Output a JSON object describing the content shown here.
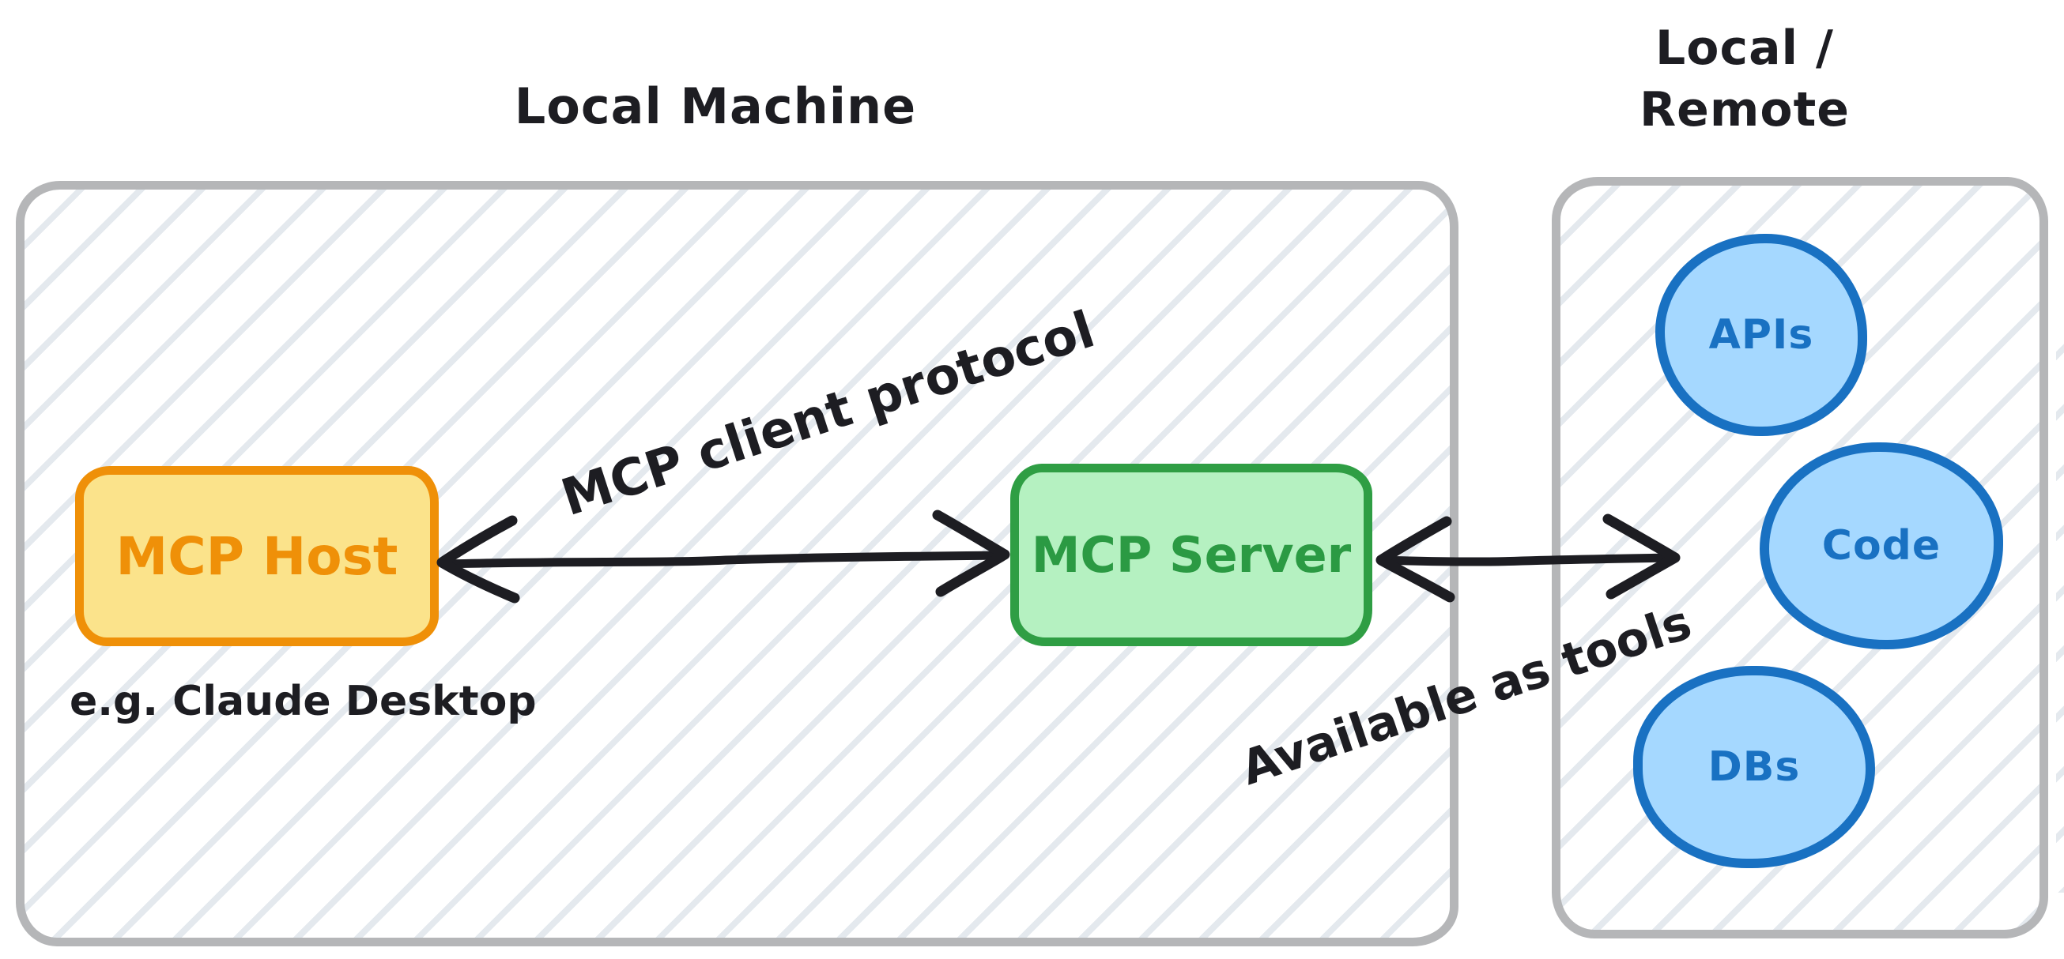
{
  "titles": {
    "local_machine": "Local Machine",
    "local_remote_line1": "Local /",
    "local_remote_line2": "Remote"
  },
  "nodes": {
    "host": {
      "label": "MCP Host",
      "caption": "e.g. Claude Desktop"
    },
    "server": {
      "label": "MCP Server"
    },
    "resources": [
      {
        "id": "apis",
        "label": "APIs"
      },
      {
        "id": "code",
        "label": "Code"
      },
      {
        "id": "dbs",
        "label": "DBs"
      }
    ]
  },
  "edges": {
    "host_server": {
      "label": "MCP client protocol",
      "type": "bidirectional-arrow"
    },
    "server_resources": {
      "label": "Available as tools",
      "type": "bidirectional-arrow"
    }
  },
  "colors": {
    "host_fill": "#fbe38b",
    "host_stroke": "#ef9008",
    "server_fill": "#b5f1c1",
    "server_stroke": "#2f9e44",
    "resource_fill": "#a5d8ff",
    "resource_stroke": "#1971c2",
    "container_stroke": "#b5b6b8",
    "hatch_line": "#e4e9ee",
    "ink": "#1d1d22"
  }
}
